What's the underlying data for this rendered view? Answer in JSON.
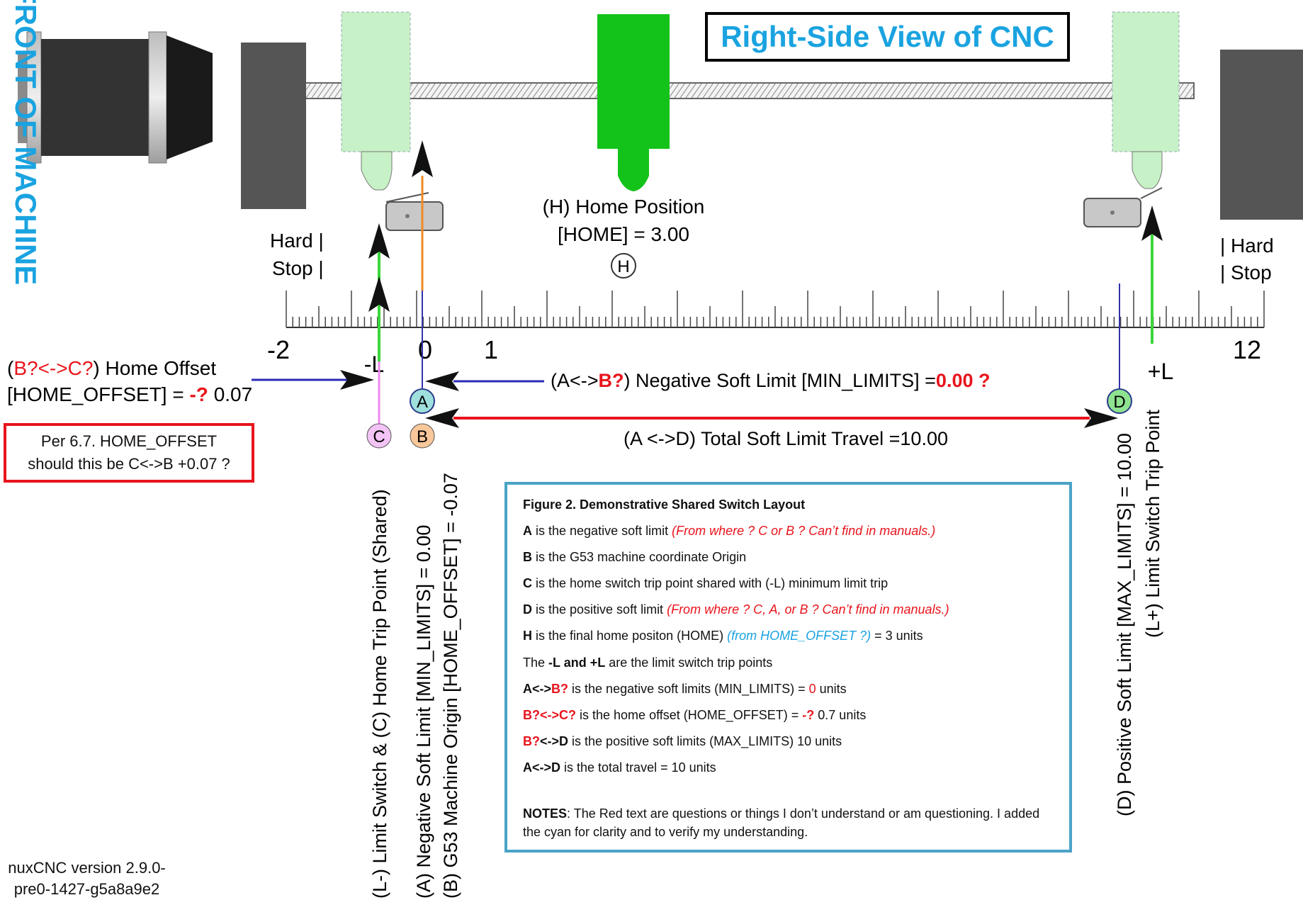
{
  "title": "Right-Side View of CNC",
  "front_label": "FRONT OF MACHINE",
  "home_label": {
    "line1": "(H) Home Position",
    "line2": "[HOME] = 3.00",
    "marker": "H"
  },
  "hard_stop_left": {
    "line1": "Hard |",
    "line2": "Stop |"
  },
  "hard_stop_right": {
    "line1": "| Hard",
    "line2": "| Stop"
  },
  "ruler": {
    "labels": [
      "-2",
      "0",
      "1",
      "12"
    ],
    "neg_limit": "-L",
    "pos_limit": "+L"
  },
  "home_offset": {
    "prefix": "(",
    "q": "B?<->C?",
    "suffix": ") Home Offset",
    "line2a": "[HOME_OFFSET] = ",
    "line2q": "-?",
    "line2b": " 0.07"
  },
  "neg_soft": {
    "a": "(A<->",
    "q": "B?",
    "b": ") Negative Soft Limit [MIN_LIMITS] =",
    "val": "0.00 ?"
  },
  "travel": "(A <->D) Total Soft Limit Travel =10.00",
  "markers": {
    "a": "A",
    "b": "B",
    "c": "C",
    "d": "D"
  },
  "question_box": {
    "line1": "Per 6.7. HOME_OFFSET",
    "line2": "should this be C<->B +0.07 ?"
  },
  "vertical_labels": {
    "c": "(L-) Limit Switch & (C) Home Trip Point (Shared)",
    "a": "(A) Negative Soft Limit [MIN_LIMITS] =   0.00",
    "b": "(B) G53 Machine Origin [HOME_OFFSET] = -0.07",
    "d": "(D) Positive Soft Limit [MAX_LIMITS] = 10.00",
    "l": "(L+) Limit Switch Trip Point"
  },
  "info": {
    "heading": "Figure 2. Demonstrative Shared Switch Layout",
    "l1b": "A",
    "l1": " is the negative soft limit ",
    "l1q": "(From where ?  C or B ?  Can’t find in manuals.)",
    "l2b": "B",
    "l2": " is the G53 machine coordinate Origin",
    "l3b": "C",
    "l3": " is the home switch trip point shared with (-L) minimum limit trip",
    "l4b": "D",
    "l4": " is the positive soft limit ",
    "l4q": "(From where ?  C, A, or B ?  Can’t find in manuals.)",
    "l5b": "H",
    "l5": " is the final home positon (HOME)  ",
    "l5c": "(from HOME_OFFSET ?)",
    "l5e": " = 3 units",
    "l6a": "The ",
    "l6b": "-L and +L",
    "l6": " are the limit switch trip points",
    "l7b": "A<->",
    "l7q": "B?",
    "l7": " is the negative soft limits (MIN_LIMITS) = ",
    "l7r": "0",
    "l7e": " units",
    "l8q": "B?<->C?",
    "l8": " is the home offset (HOME_OFFSET) = ",
    "l8r": "-?",
    "l8e": " 0.7 units",
    "l9q": "B?",
    "l9b": "<->D",
    "l9": " is the positive soft limits (MAX_LIMITS) 10 units",
    "l10b": "A<->D",
    "l10": " is the total travel = 10 units",
    "notes_b": "NOTES",
    "notes": ": The Red text are questions or things I don’t understand or am questioning. I added the cyan for clarity and to verify my understanding."
  },
  "version": {
    "line1": "nuxCNC version 2.9.0-",
    "line2": "pre0-1427-g5a8a9e2"
  }
}
